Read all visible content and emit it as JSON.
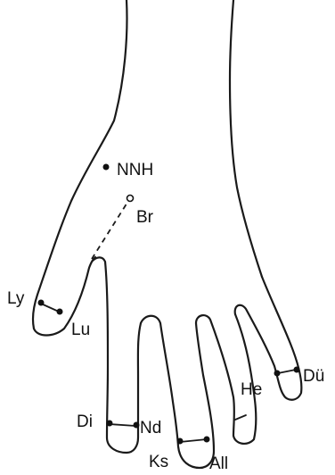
{
  "points": [
    {
      "id": "nnh",
      "label": "NNH",
      "style": "filled"
    },
    {
      "id": "br",
      "label": "Br",
      "style": "open"
    },
    {
      "id": "ly",
      "label": "Ly",
      "style": "filled"
    },
    {
      "id": "lu",
      "label": "Lu",
      "style": "filled"
    },
    {
      "id": "di",
      "label": "Di",
      "style": "filled"
    },
    {
      "id": "nd",
      "label": "Nd",
      "style": "filled"
    },
    {
      "id": "ks",
      "label": "Ks",
      "style": "filled"
    },
    {
      "id": "all",
      "label": "All",
      "style": "filled"
    },
    {
      "id": "he",
      "label": "He",
      "style": "filled"
    },
    {
      "id": "du",
      "label": "Dü",
      "style": "filled"
    }
  ]
}
